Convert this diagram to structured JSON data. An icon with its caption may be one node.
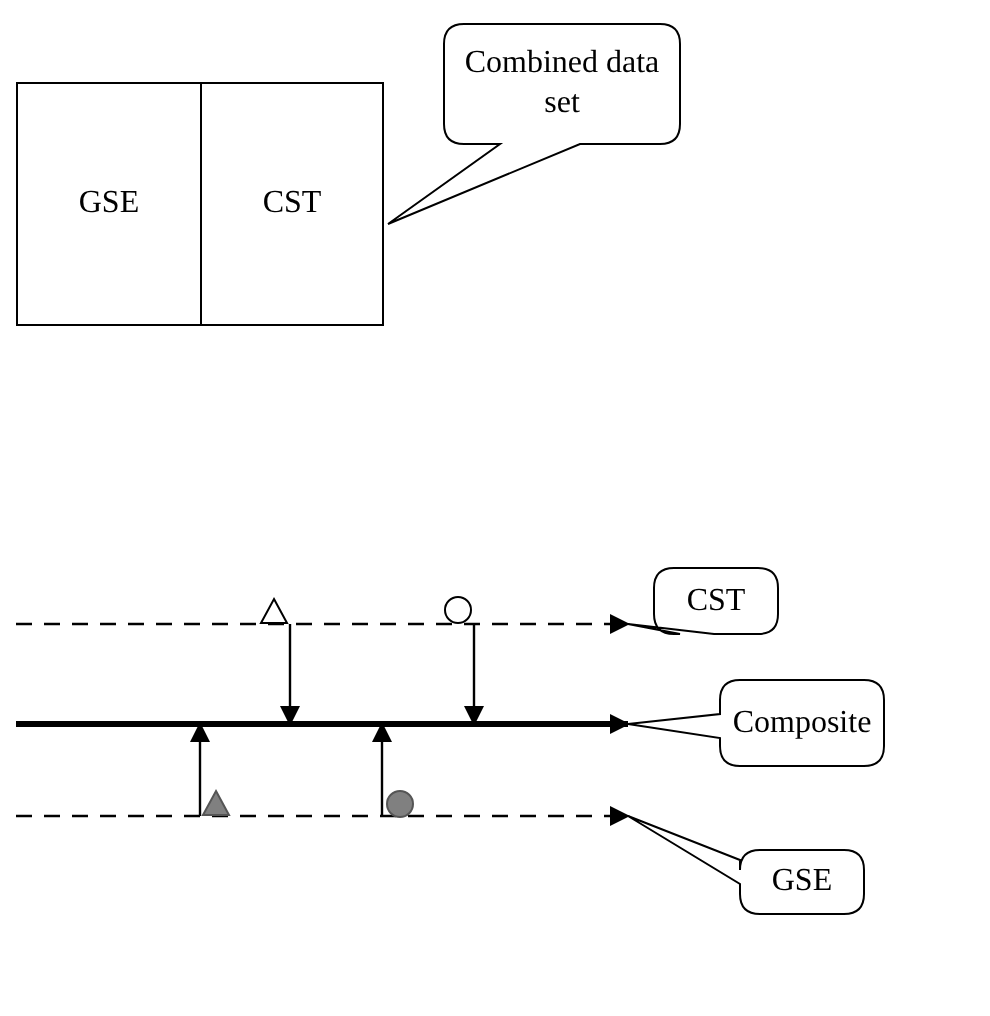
{
  "diagram": {
    "nodes": [
      {
        "text": [
          "GSE"
        ]
      },
      {
        "text": [
          "CST"
        ]
      },
      {
        "text": [
          "Combined data set"
        ]
      },
      {
        "text": [
          "CST"
        ]
      },
      {
        "text": [
          "Composite"
        ]
      },
      {
        "text": [
          "GSE"
        ]
      },
      {
        "text": [],
        "shape": "triangle"
      },
      {
        "text": [],
        "shape": "circle"
      },
      {
        "text": [],
        "shape": "triangle"
      },
      {
        "text": [],
        "shape": "circle"
      }
    ],
    "edges": [
      {
        "from": null,
        "to": 3,
        "arrow": "to",
        "style": "dashed"
      },
      {
        "from": null,
        "to": 4,
        "arrow": "to",
        "style": "thick"
      },
      {
        "from": null,
        "to": 5,
        "arrow": "to",
        "style": "dashed"
      },
      {
        "from": 6,
        "to": null,
        "arrow": "to"
      },
      {
        "from": 7,
        "to": null,
        "arrow": "to"
      },
      {
        "from": 8,
        "to": null,
        "arrow": "to"
      },
      {
        "from": 9,
        "to": null,
        "arrow": "to"
      }
    ]
  }
}
